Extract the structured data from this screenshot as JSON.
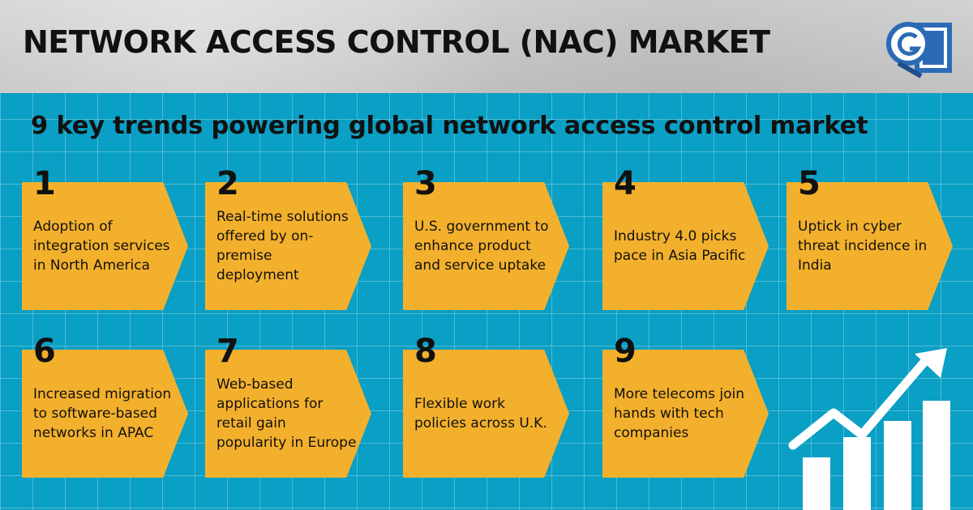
{
  "header": {
    "title": "NETWORK ACCESS CONTROL (NAC) MARKET",
    "logo_icon": "gr-logo-icon"
  },
  "main": {
    "subtitle": "9 key trends powering global network access control market",
    "trends": [
      {
        "number": "1",
        "text": "Adoption of integration services in North America"
      },
      {
        "number": "2",
        "text": "Real-time solutions offered by on-premise deployment"
      },
      {
        "number": "3",
        "text": "U.S. government to enhance product and service uptake"
      },
      {
        "number": "4",
        "text": "Industry 4.0 picks pace in Asia Pacific"
      },
      {
        "number": "5",
        "text": "Uptick in cyber threat incidence in India"
      },
      {
        "number": "6",
        "text": "Increased migration to software-based networks in APAC"
      },
      {
        "number": "7",
        "text": "Web-based applications for retail gain popularity in Europe"
      },
      {
        "number": "8",
        "text": "Flexible work policies across U.K."
      },
      {
        "number": "9",
        "text": "More telecoms join hands with tech companies"
      }
    ],
    "decoration_icon": "growth-chart-arrow-icon"
  },
  "colors": {
    "header_bg": "#c9c9c9",
    "panel_bg": "#0a9fc4",
    "card": "#f3b02c",
    "text": "#111111"
  }
}
